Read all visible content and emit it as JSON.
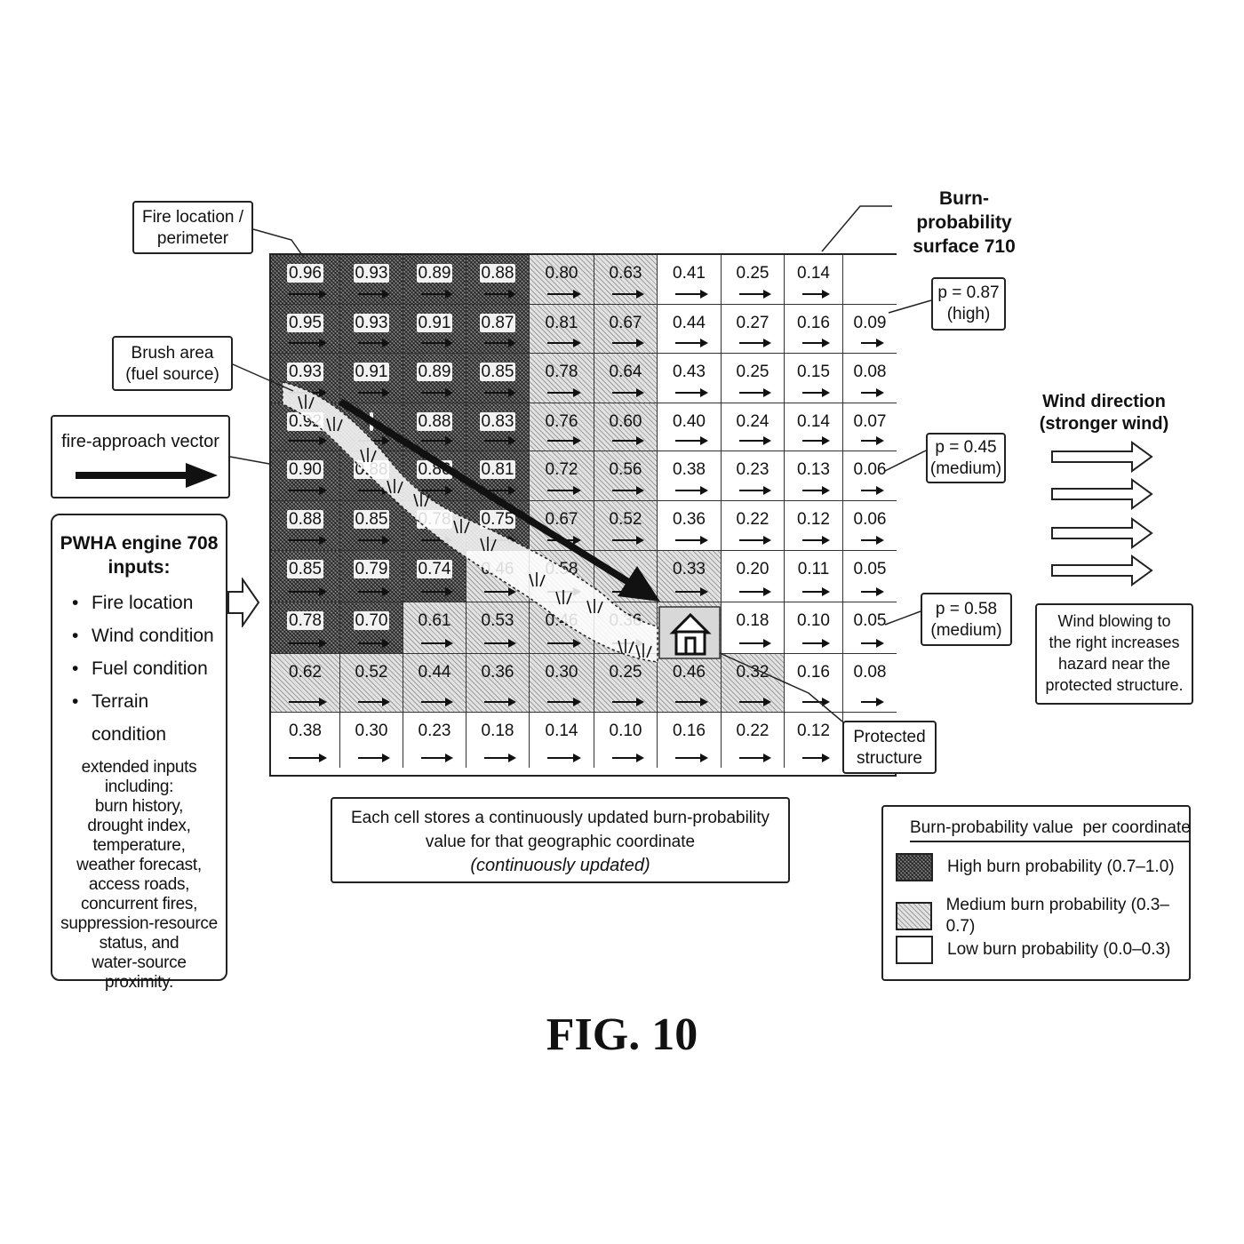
{
  "callouts": {
    "fire_location": [
      "Fire location /",
      "perimeter"
    ],
    "surface": [
      "Burn-probability",
      "surface 710"
    ],
    "brush": [
      "Brush area",
      "(fuel source)"
    ],
    "approach": "fire-approach vector",
    "p_high": [
      "p = 0.87",
      "(high)"
    ],
    "p_med1": [
      "p = 0.45",
      "(medium)"
    ],
    "p_med2": [
      "p = 0.58",
      "(medium)"
    ],
    "wind_title": [
      "Wind direction",
      "(stronger wind)"
    ],
    "wind_note": [
      "Wind blowing to",
      "the right increases",
      "hazard near the",
      "protected structure."
    ],
    "protected": [
      "Protected",
      "structure"
    ]
  },
  "engine": {
    "title": [
      "PWHA engine 708",
      "inputs:"
    ],
    "items": [
      "Fire location",
      "Wind condition",
      "Fuel condition",
      "Terrain condition"
    ],
    "extended": [
      "extended inputs",
      "including:",
      "burn history,",
      "drought index,",
      "temperature,",
      "weather forecast,",
      "access roads,",
      "concurrent fires,",
      "suppression-resource",
      "status, and",
      "water-source",
      "proximity."
    ]
  },
  "caption": {
    "line1": "Each cell stores a continuously updated burn-probability",
    "line2": "value for that geographic coordinate",
    "line3": "(continuously updated)"
  },
  "legend": {
    "title": "Burn-probability value  per coordinate",
    "high": "High burn probability (0.7–1.0)",
    "medium": "Medium burn probability (0.3–0.7)",
    "low": "Low burn probability (0.0–0.3)"
  },
  "figure_label": "FIG. 10",
  "grid": {
    "values": [
      [
        "0.96",
        "0.93",
        "0.89",
        "0.88",
        "0.80",
        "0.63",
        "0.41",
        "0.25",
        "0.14",
        ""
      ],
      [
        "0.95",
        "0.93",
        "0.91",
        "0.87",
        "0.81",
        "0.67",
        "0.44",
        "0.27",
        "0.16",
        "0.09"
      ],
      [
        "0.93",
        "0.91",
        "0.89",
        "0.85",
        "0.78",
        "0.64",
        "0.43",
        "0.25",
        "0.15",
        "0.08"
      ],
      [
        "0.92",
        "",
        "0.88",
        "0.83",
        "0.76",
        "0.60",
        "0.40",
        "0.24",
        "0.14",
        "0.07"
      ],
      [
        "0.90",
        "0.88",
        "0.86",
        "0.81",
        "0.72",
        "0.56",
        "0.38",
        "0.23",
        "0.13",
        "0.06"
      ],
      [
        "0.88",
        "0.85",
        "0.78",
        "0.75",
        "0.67",
        "0.52",
        "0.36",
        "0.22",
        "0.12",
        "0.06"
      ],
      [
        "0.85",
        "0.79",
        "0.74",
        "0.46",
        "0.58",
        "",
        "0.33",
        "0.20",
        "0.11",
        "0.05"
      ],
      [
        "0.78",
        "0.70",
        "0.61",
        "0.53",
        "0.46",
        "0.36",
        "",
        "0.18",
        "0.10",
        "0.05"
      ],
      [
        "0.62",
        "0.52",
        "0.44",
        "0.36",
        "0.30",
        "0.25",
        "0.46",
        "0.32",
        "0.16",
        "0.08"
      ],
      [
        "0.38",
        "0.30",
        "0.23",
        "0.18",
        "0.14",
        "0.10",
        "0.16",
        "0.22",
        "0.12",
        ""
      ]
    ],
    "shade": [
      [
        "h",
        "h",
        "h",
        "h",
        "m",
        "m",
        "l",
        "l",
        "l",
        "l"
      ],
      [
        "h",
        "h",
        "h",
        "h",
        "m",
        "m",
        "l",
        "l",
        "l",
        "l"
      ],
      [
        "h",
        "h",
        "h",
        "h",
        "m",
        "m",
        "l",
        "l",
        "l",
        "l"
      ],
      [
        "h",
        "h",
        "h",
        "h",
        "m",
        "m",
        "l",
        "l",
        "l",
        "l"
      ],
      [
        "h",
        "h",
        "h",
        "h",
        "m",
        "m",
        "l",
        "l",
        "l",
        "l"
      ],
      [
        "h",
        "h",
        "h",
        "h",
        "m",
        "m",
        "l",
        "l",
        "l",
        "l"
      ],
      [
        "h",
        "h",
        "h",
        "m",
        "m",
        "m",
        "m",
        "l",
        "l",
        "l"
      ],
      [
        "h",
        "h",
        "m",
        "m",
        "m",
        "m",
        "m",
        "l",
        "l",
        "l"
      ],
      [
        "m",
        "m",
        "m",
        "m",
        "m",
        "m",
        "m",
        "m",
        "l",
        "l"
      ],
      [
        "l",
        "l",
        "l",
        "l",
        "l",
        "l",
        "l",
        "l",
        "l",
        "l"
      ]
    ]
  }
}
